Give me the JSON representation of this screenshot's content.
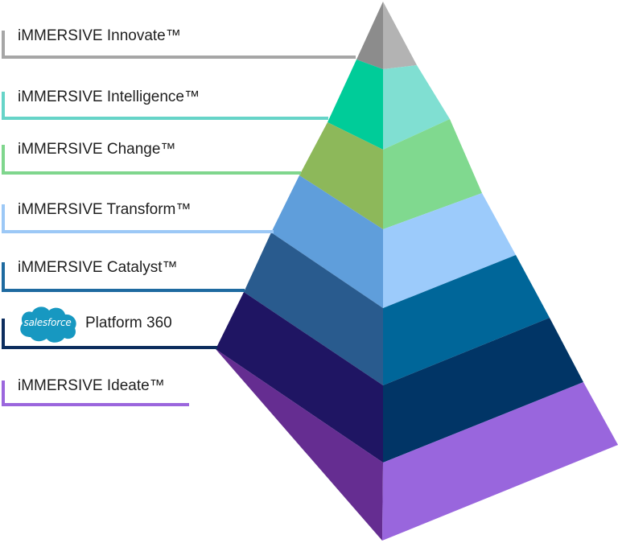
{
  "tiers": [
    {
      "label": "iMMERSIVE Innovate™",
      "left_color": "#8c8c8c",
      "right_color": "#b3b3b3",
      "line_color": "#a6a6a6"
    },
    {
      "label": "iMMERSIVE Intelligence™",
      "left_color": "#00cc99",
      "right_color": "#80dfd2",
      "line_color": "#66d4c8"
    },
    {
      "label": "iMMERSIVE Change™",
      "left_color": "#8db85a",
      "right_color": "#80d98f",
      "line_color": "#7fd68d"
    },
    {
      "label": "iMMERSIVE Transform™",
      "left_color": "#5f9edb",
      "right_color": "#9ccbfb",
      "line_color": "#9cc8f6"
    },
    {
      "label": "iMMERSIVE Catalyst™",
      "left_color": "#295b8e",
      "right_color": "#006699",
      "line_color": "#1e6aa0"
    },
    {
      "label": "Platform 360",
      "left_color": "#1f1563",
      "right_color": "#013566",
      "line_color": "#0c2d5e"
    },
    {
      "label": "iMMERSIVE Ideate™",
      "left_color": "#652d91",
      "right_color": "#9966dd",
      "line_color": "#9b66dd"
    }
  ],
  "logo": {
    "text": "salesforce",
    "color": "#1798c1"
  }
}
